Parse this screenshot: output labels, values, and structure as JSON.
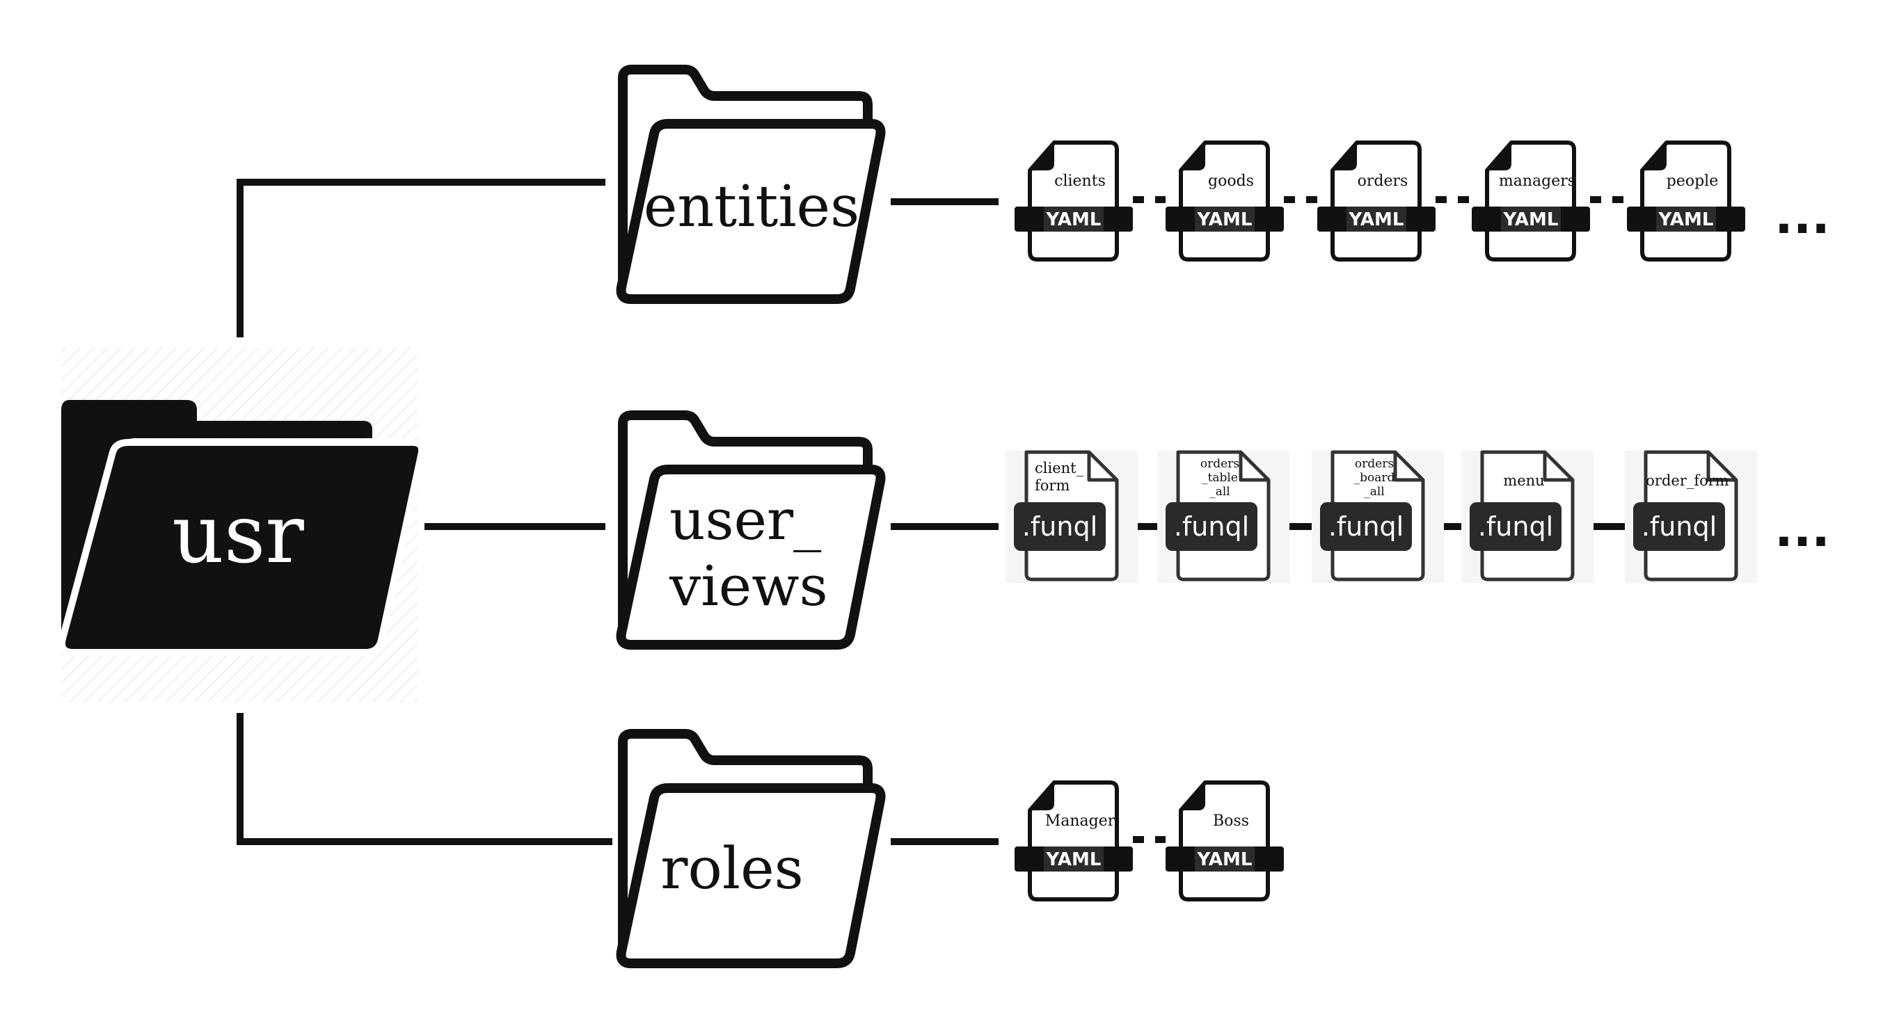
{
  "root": {
    "label": "usr"
  },
  "folders": [
    {
      "id": "entities",
      "lines": [
        "entities"
      ]
    },
    {
      "id": "user-views",
      "lines": [
        "user_",
        "views"
      ]
    },
    {
      "id": "roles",
      "lines": [
        "roles"
      ]
    }
  ],
  "rows": [
    {
      "folder": "entities",
      "badge": "YAML",
      "files": [
        {
          "name_lines": [
            "clients"
          ]
        },
        {
          "name_lines": [
            "goods"
          ]
        },
        {
          "name_lines": [
            "orders"
          ]
        },
        {
          "name_lines": [
            "managers"
          ]
        },
        {
          "name_lines": [
            "people"
          ]
        }
      ],
      "more": "..."
    },
    {
      "folder": "user-views",
      "badge": ".funql",
      "files": [
        {
          "name_lines": [
            "client_",
            "form"
          ]
        },
        {
          "name_lines": [
            "orders",
            "_table",
            "_all"
          ]
        },
        {
          "name_lines": [
            "orders",
            "_board",
            "_all"
          ]
        },
        {
          "name_lines": [
            "menu"
          ]
        },
        {
          "name_lines": [
            "order_form"
          ]
        }
      ],
      "more": "..."
    },
    {
      "folder": "roles",
      "badge": "YAML",
      "files": [
        {
          "name_lines": [
            "Manager"
          ]
        },
        {
          "name_lines": [
            "Boss"
          ]
        }
      ],
      "more": ""
    }
  ]
}
